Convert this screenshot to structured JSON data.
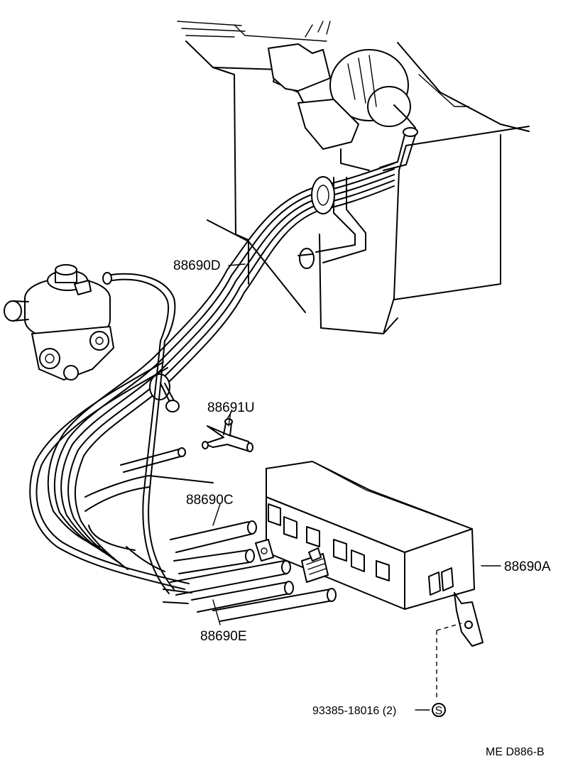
{
  "parts": {
    "hose_d": "88690D",
    "vacuum_tee": "88691U",
    "hose_c": "88690C",
    "hose_a": "88690A",
    "hose_e": "88690E",
    "bolt": "93385-18016 (2)",
    "bolt_symbol": "S"
  },
  "footer": {
    "code": "ME  D886-B"
  }
}
